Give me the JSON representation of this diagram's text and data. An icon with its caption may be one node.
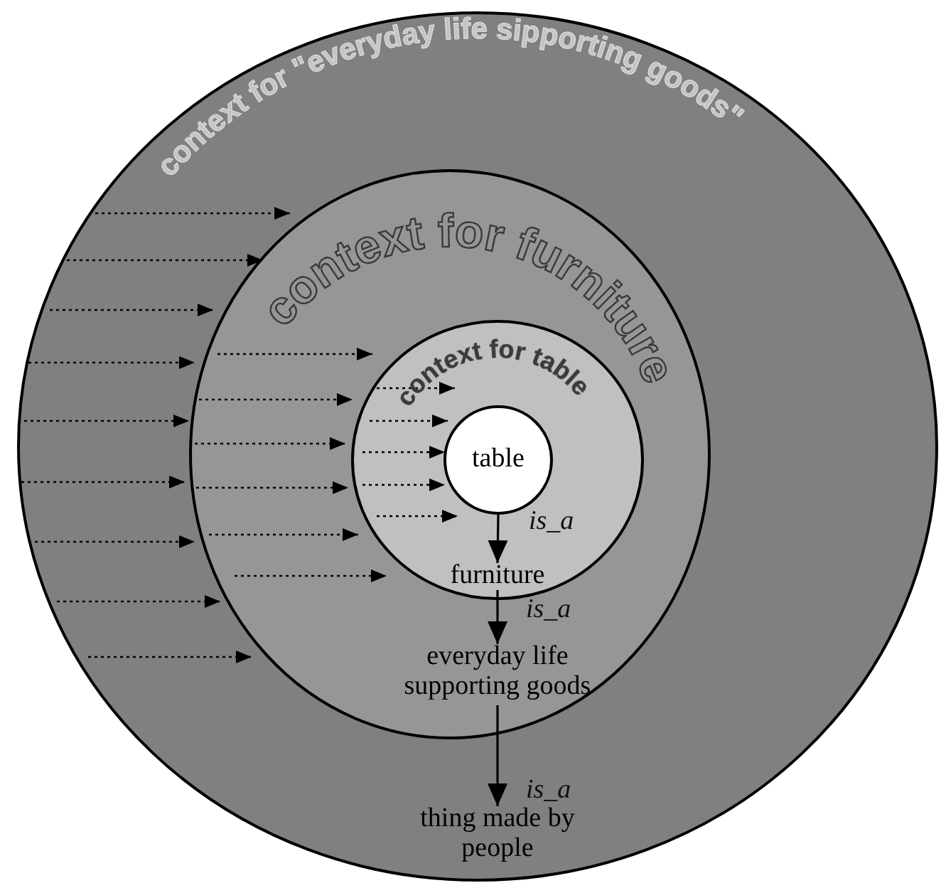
{
  "diagram": {
    "nodes": [
      {
        "text": [
          "context for \"everyday life sipporting goods\""
        ]
      },
      {
        "text": [
          "context for furniture"
        ],
        "in": 0
      },
      {
        "text": [
          "context for table"
        ],
        "in": 1
      },
      {
        "text": [
          "table"
        ],
        "in": 2
      },
      {
        "text": [
          "furniture"
        ],
        "in": 2
      },
      {
        "text": [
          "everyday life supporting goods"
        ],
        "in": 1
      },
      {
        "text": [
          "thing made by people"
        ],
        "in": 0
      }
    ],
    "edges": [
      {
        "from": 3,
        "to": 4,
        "arrow": "to",
        "label": "is_a"
      },
      {
        "from": 4,
        "to": 5,
        "arrow": "to",
        "label": "is_a"
      },
      {
        "from": 5,
        "to": 6,
        "arrow": "to",
        "label": "is_a"
      },
      {
        "from": null,
        "to": 1,
        "arrow": "to",
        "style": "dashed"
      },
      {
        "from": null,
        "to": 1,
        "arrow": "to",
        "style": "dashed"
      },
      {
        "from": null,
        "to": 1,
        "arrow": "to",
        "style": "dashed"
      },
      {
        "from": null,
        "to": 1,
        "arrow": "to",
        "style": "dashed"
      },
      {
        "from": null,
        "to": 1,
        "arrow": "to",
        "style": "dashed"
      },
      {
        "from": null,
        "to": 1,
        "arrow": "to",
        "style": "dashed"
      },
      {
        "from": null,
        "to": 1,
        "arrow": "to",
        "style": "dashed"
      },
      {
        "from": null,
        "to": 1,
        "arrow": "to",
        "style": "dashed"
      },
      {
        "from": null,
        "to": 1,
        "arrow": "to",
        "style": "dashed"
      },
      {
        "from": null,
        "to": 2,
        "arrow": "to",
        "style": "dashed"
      },
      {
        "from": null,
        "to": 2,
        "arrow": "to",
        "style": "dashed"
      },
      {
        "from": null,
        "to": 2,
        "arrow": "to",
        "style": "dashed"
      },
      {
        "from": null,
        "to": 2,
        "arrow": "to",
        "style": "dashed"
      },
      {
        "from": null,
        "to": 2,
        "arrow": "to",
        "style": "dashed"
      },
      {
        "from": null,
        "to": 2,
        "arrow": "to",
        "style": "dashed"
      },
      {
        "from": null,
        "to": 3,
        "arrow": "to",
        "style": "dashed"
      },
      {
        "from": null,
        "to": 3,
        "arrow": "to",
        "style": "dashed"
      },
      {
        "from": null,
        "to": 3,
        "arrow": "to",
        "style": "dashed"
      },
      {
        "from": null,
        "to": 3,
        "arrow": "to",
        "style": "dashed"
      },
      {
        "from": null,
        "to": 3,
        "arrow": "to",
        "style": "dashed"
      }
    ]
  }
}
